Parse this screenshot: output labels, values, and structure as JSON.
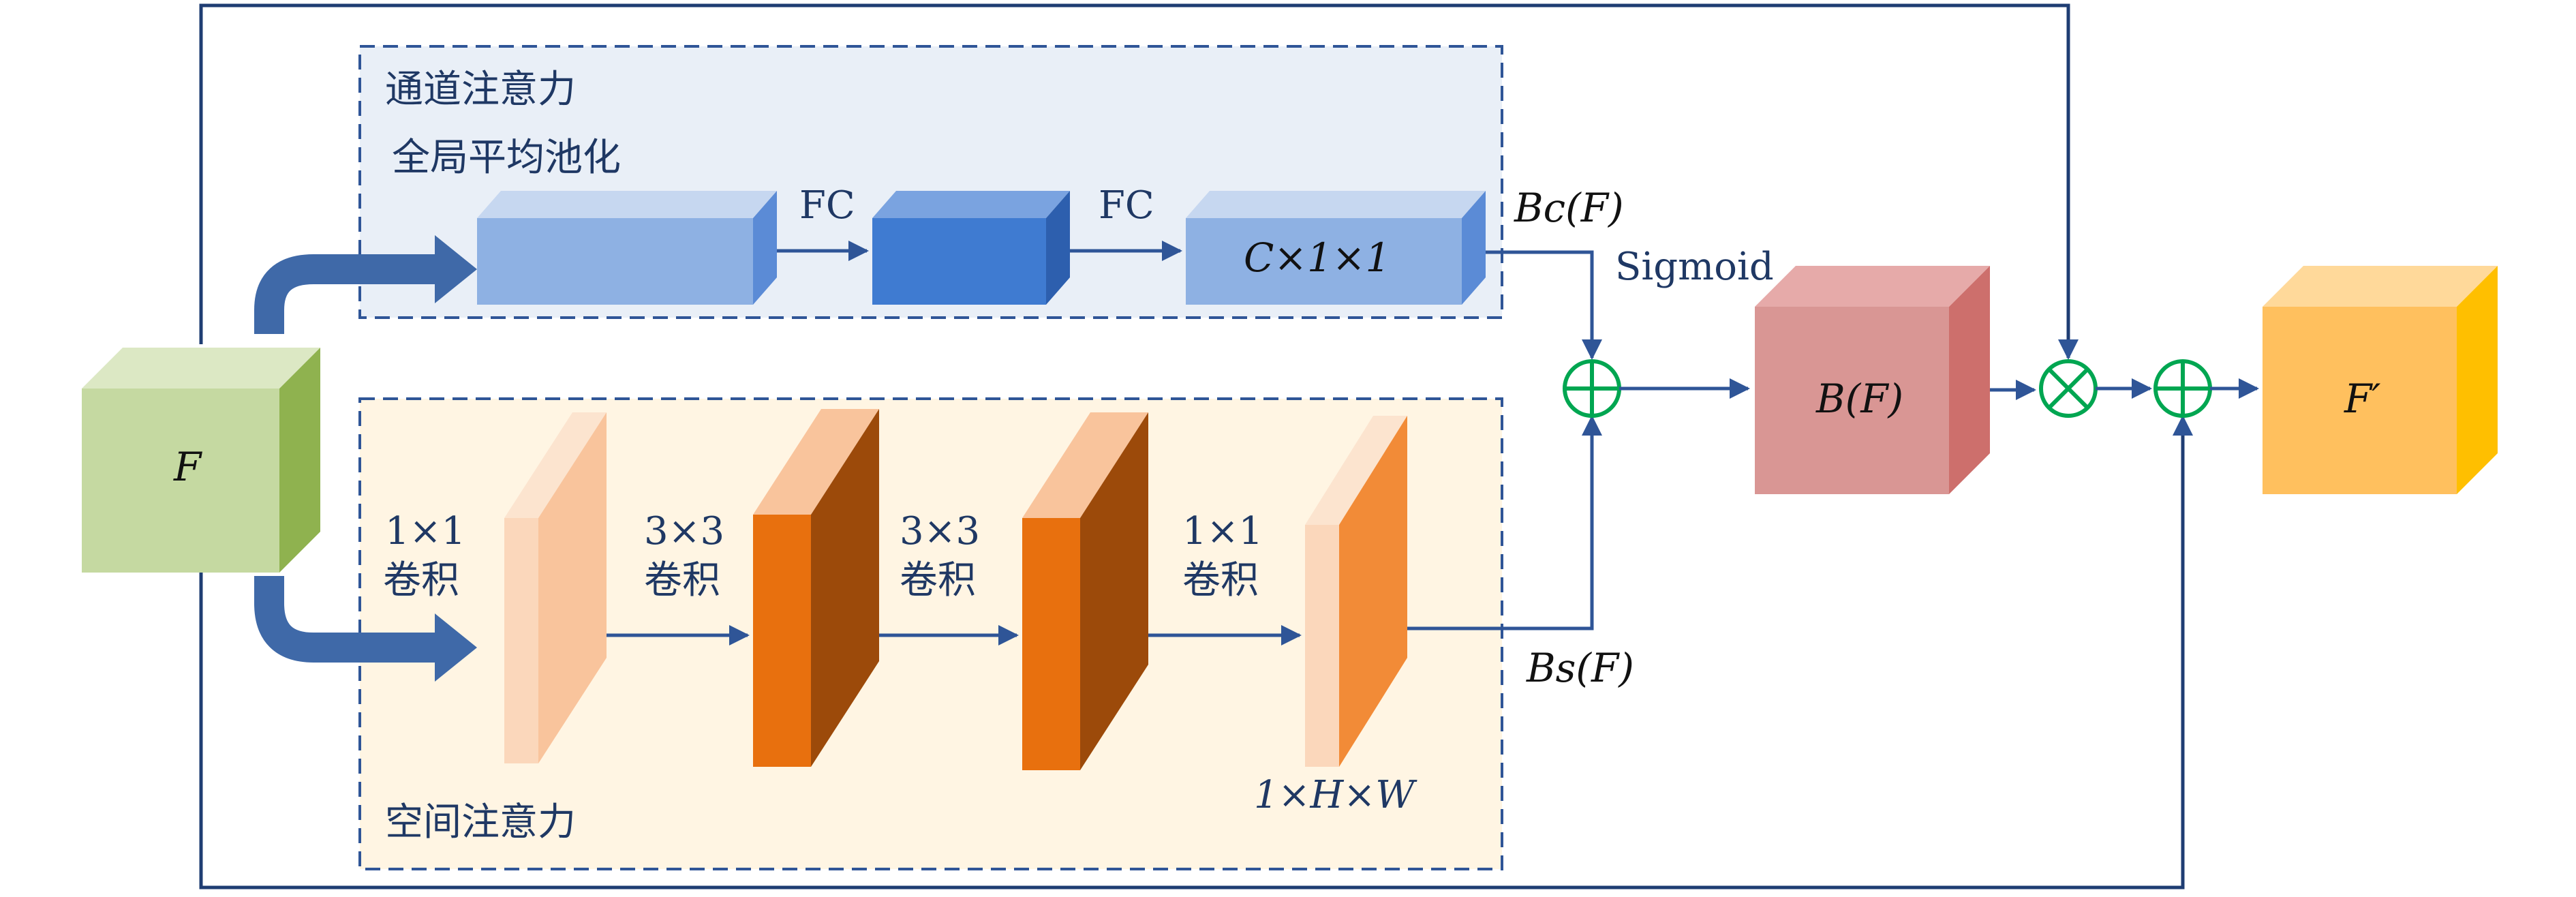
{
  "colors": {
    "frame": "#1f3d73",
    "channel_bg": "#e9eff7",
    "spatial_bg": "#fff5e3",
    "arrow": "#2f5597",
    "fat_arrow": "#3f69a8",
    "op_green": "#00a651",
    "input_cube": "#c5d9a1",
    "bf_cube": "#d99694",
    "output_cube": "#ffc05e"
  },
  "regions": {
    "channel_title": "通道注意力",
    "gap_label": "全局平均池化",
    "spatial_title": "空间注意力"
  },
  "channel_branch": {
    "fc1_label": "FC",
    "fc2_label": "FC",
    "vector_label": "C×1×1",
    "output_label": "Bc(F)",
    "sigmoid_label": "Sigmoid"
  },
  "spatial_branch": {
    "conv1_size": "1×1",
    "conv1_name": "卷积",
    "conv2_size": "3×3",
    "conv2_name": "卷积",
    "conv3_size": "3×3",
    "conv3_name": "卷积",
    "conv4_size": "1×1",
    "conv4_name": "卷积",
    "map_label": "1×H×W",
    "output_label": "Bs(F)"
  },
  "nodes": {
    "input_label": "F",
    "fused_label": "B(F)",
    "output_label": "F′",
    "add1": "plus-circle-icon",
    "mul": "times-circle-icon",
    "add2": "plus-circle-icon"
  }
}
